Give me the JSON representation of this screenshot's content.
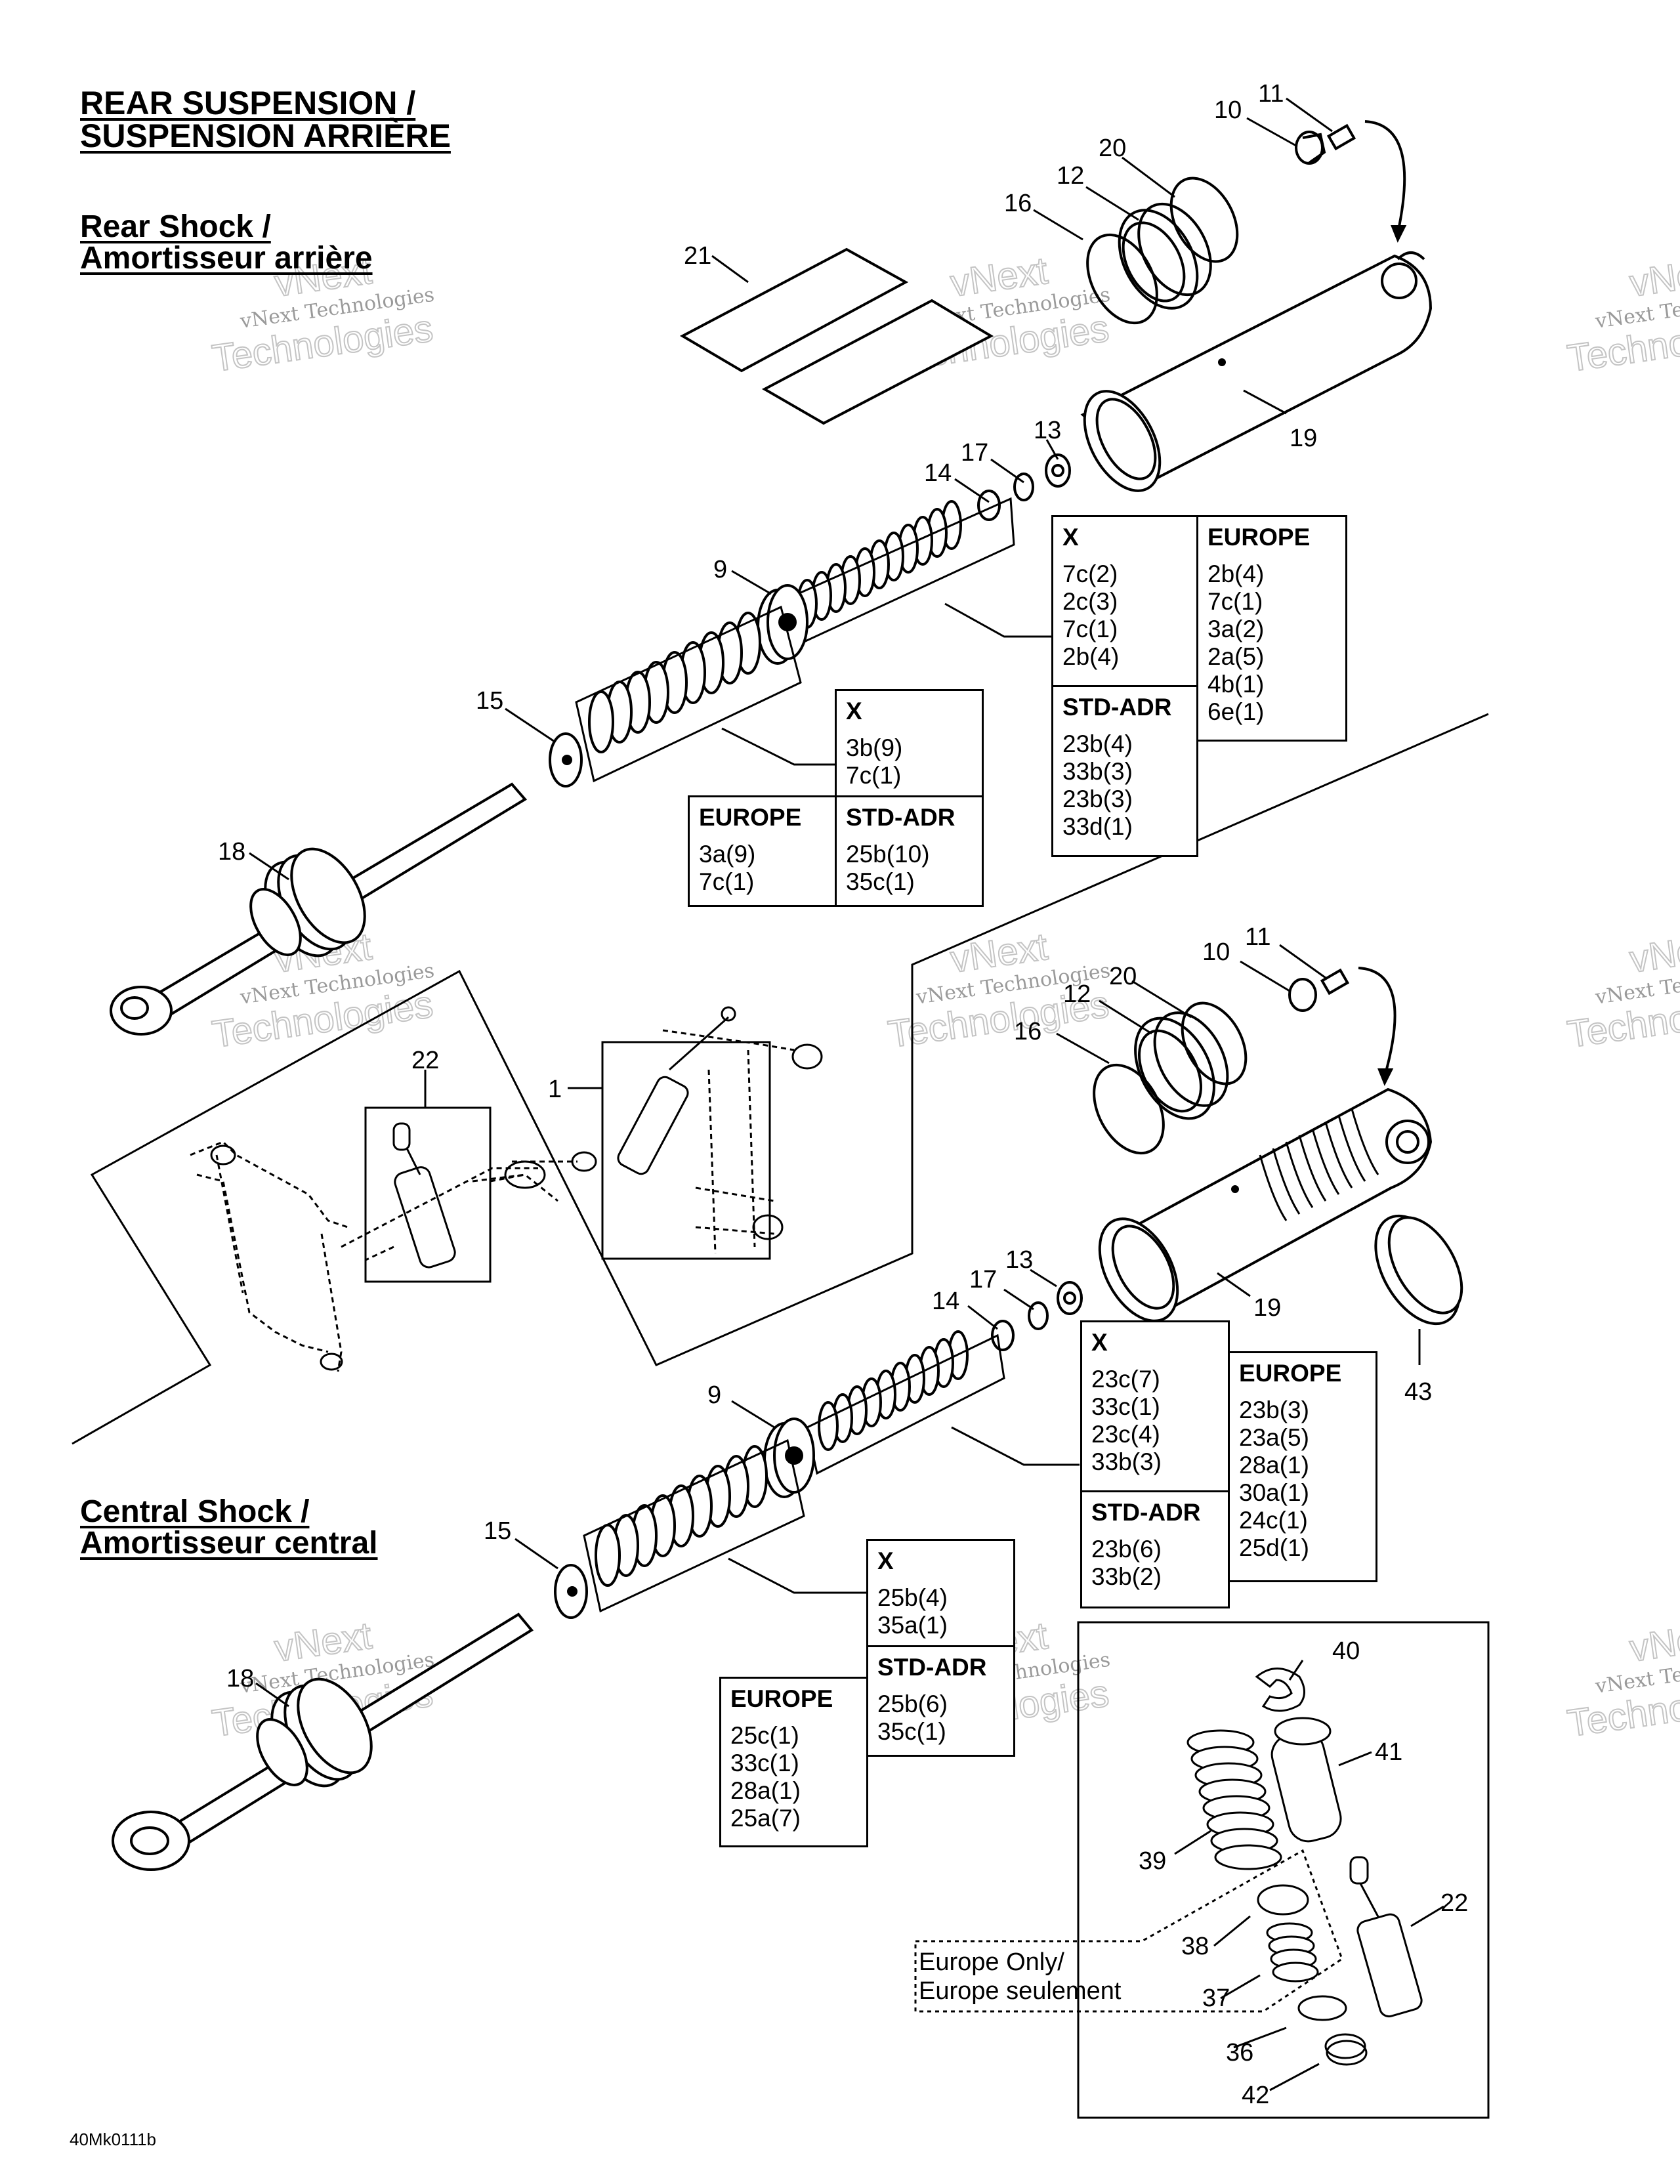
{
  "title": {
    "line1": "REAR SUSPENSION /",
    "line2": "SUSPENSION ARRIÈRE"
  },
  "sections": {
    "rear": {
      "line1": "Rear Shock /",
      "line2": "Amortisseur arrière"
    },
    "central": {
      "line1": "Central Shock /",
      "line2": "Amortisseur central"
    }
  },
  "watermark": {
    "line1": "vNext Technologies",
    "line2": "vNext",
    "line3": "Technologies"
  },
  "callouts": {
    "rear": [
      "11",
      "10",
      "20",
      "12",
      "16",
      "21",
      "19",
      "13",
      "17",
      "14",
      "9",
      "15",
      "18"
    ],
    "middle": [
      "22",
      "1",
      "11",
      "10",
      "20",
      "12",
      "16",
      "19",
      "13",
      "17",
      "14",
      "9",
      "15",
      "18",
      "43"
    ],
    "kit": [
      "40",
      "41",
      "39",
      "22",
      "38",
      "37",
      "36",
      "42"
    ]
  },
  "tables": {
    "rear_upper": {
      "x_header": "X",
      "x_values": [
        "7c(2)",
        "2c(3)",
        "7c(1)",
        "2b(4)"
      ],
      "std_header": "STD-ADR",
      "std_values": [
        "23b(4)",
        "33b(3)",
        "23b(3)",
        "33d(1)"
      ],
      "eu_header": "EUROPE",
      "eu_values": [
        "2b(4)",
        "7c(1)",
        "3a(2)",
        "2a(5)",
        "4b(1)",
        "6e(1)"
      ]
    },
    "rear_lower": {
      "x_header": "X",
      "x_values": [
        "3b(9)",
        "7c(1)"
      ],
      "eu_header": "EUROPE",
      "eu_values": [
        "3a(9)",
        "7c(1)"
      ],
      "std_header": "STD-ADR",
      "std_values": [
        "25b(10)",
        "35c(1)"
      ]
    },
    "central_upper": {
      "x_header": "X",
      "x_values": [
        "23c(7)",
        "33c(1)",
        "23c(4)",
        "33b(3)"
      ],
      "std_header": "STD-ADR",
      "std_values": [
        "23b(6)",
        "33b(2)"
      ],
      "eu_header": "EUROPE",
      "eu_values": [
        "23b(3)",
        "23a(5)",
        "28a(1)",
        "30a(1)",
        "24c(1)",
        "25d(1)"
      ]
    },
    "central_lower": {
      "x_header": "X",
      "x_values": [
        "25b(4)",
        "35a(1)"
      ],
      "std_header": "STD-ADR",
      "std_values": [
        "25b(6)",
        "35c(1)"
      ],
      "eu_header": "EUROPE",
      "eu_values": [
        "25c(1)",
        "33c(1)",
        "28a(1)",
        "25a(7)"
      ]
    }
  },
  "europe_note": {
    "line1": "Europe Only/",
    "line2": "Europe seulement"
  },
  "drawing_code": "40Mk0111b"
}
